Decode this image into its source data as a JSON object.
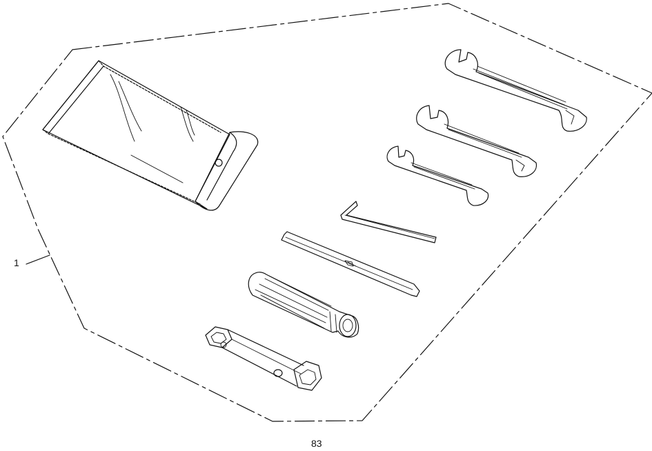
{
  "diagram": {
    "part_callout": "1",
    "page_number": "83",
    "colors": {
      "ink": "#111111",
      "background": "#ffffff"
    },
    "items": [
      "tool-pouch",
      "large-double-open-end-wrench",
      "medium-double-open-end-wrench",
      "small-double-open-end-wrench",
      "hex-key",
      "screwdriver-shaft",
      "screwdriver-handle",
      "spark-plug-socket-wrench"
    ]
  }
}
